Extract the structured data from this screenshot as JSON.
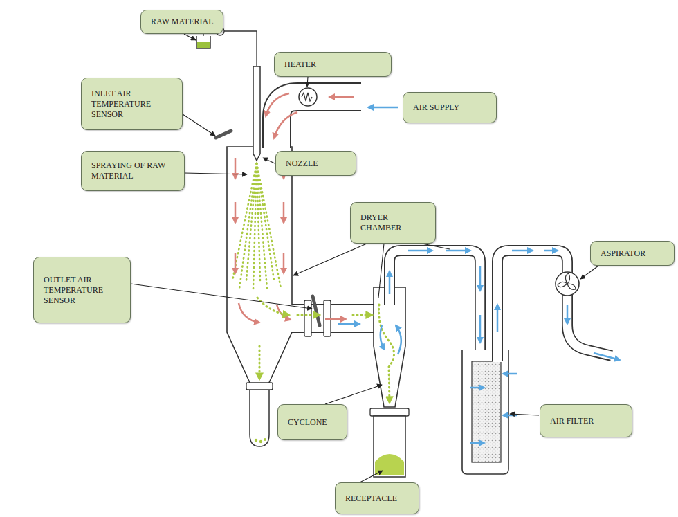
{
  "diagram": {
    "nodes": [
      {
        "text": [
          "RAW MATERIAL"
        ]
      },
      {
        "text": [
          "HEATER"
        ]
      },
      {
        "text": [
          "INLET AIR TEMPERATURE SENSOR"
        ]
      },
      {
        "text": [
          "AIR SUPPLY"
        ]
      },
      {
        "text": [
          "SPRAYING OF RAW MATERIAL"
        ]
      },
      {
        "text": [
          "NOZZLE"
        ]
      },
      {
        "text": [
          "DRYER CHAMBER"
        ]
      },
      {
        "text": [
          "ASPIRATOR"
        ]
      },
      {
        "text": [
          "OUTLET AIR TEMPERATURE SENSOR"
        ]
      },
      {
        "text": [
          "CYCLONE"
        ]
      },
      {
        "text": [
          "AIR FILTER"
        ]
      },
      {
        "text": [
          "RECEPTACLE"
        ]
      }
    ]
  }
}
